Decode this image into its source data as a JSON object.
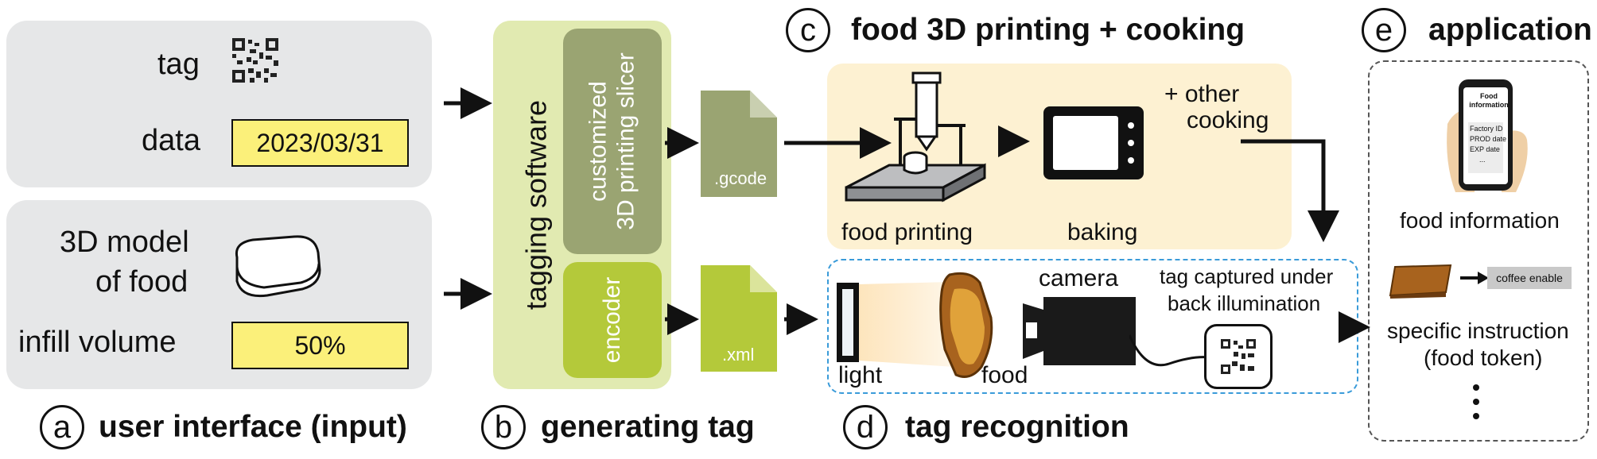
{
  "section_a": {
    "letter": "a",
    "title": "user interface (input)"
  },
  "section_b": {
    "letter": "b",
    "title": "generating tag"
  },
  "section_c": {
    "letter": "c",
    "title": "food 3D printing + cooking"
  },
  "section_d": {
    "letter": "d",
    "title": "tag recognition"
  },
  "section_e": {
    "letter": "e",
    "title": "application"
  },
  "input": {
    "tag_label": "tag",
    "data_label": "data",
    "data_value": "2023/03/31",
    "model_label_1": "3D model",
    "model_label_2": "of food",
    "infill_label": "infill volume",
    "infill_value": "50%"
  },
  "software": {
    "title": "tagging software",
    "slicer_1": "customized",
    "slicer_2": "3D printing slicer",
    "encoder": "encoder"
  },
  "files": {
    "gcode": ".gcode",
    "xml": ".xml"
  },
  "printing": {
    "food_printing": "food printing",
    "baking": "baking",
    "other_1": "+ other",
    "other_2": "cooking"
  },
  "recognition": {
    "light": "light",
    "food": "food",
    "camera": "camera",
    "captured_1": "tag captured under",
    "captured_2": "back illumination"
  },
  "application": {
    "phone_title_1": "Food",
    "phone_title_2": "information",
    "phone_line_1": "Factory ID",
    "phone_line_2": "PROD date",
    "phone_line_3": "EXP date",
    "phone_line_4": "...",
    "food_information": "food information",
    "coffee_enable": "coffee enable",
    "instruction_1": "specific instruction",
    "instruction_2": "(food token)"
  },
  "colors": {
    "panel_gray": "#e6e7e8",
    "field_yellow": "#fbf07a",
    "software_bg": "#e1eab1",
    "slicer_olive": "#9aa472",
    "encoder_green": "#b4c93a",
    "printing_bg": "#fdf1d2",
    "recognition_border": "#3a9bd9",
    "food_brown": "#a8631e"
  }
}
